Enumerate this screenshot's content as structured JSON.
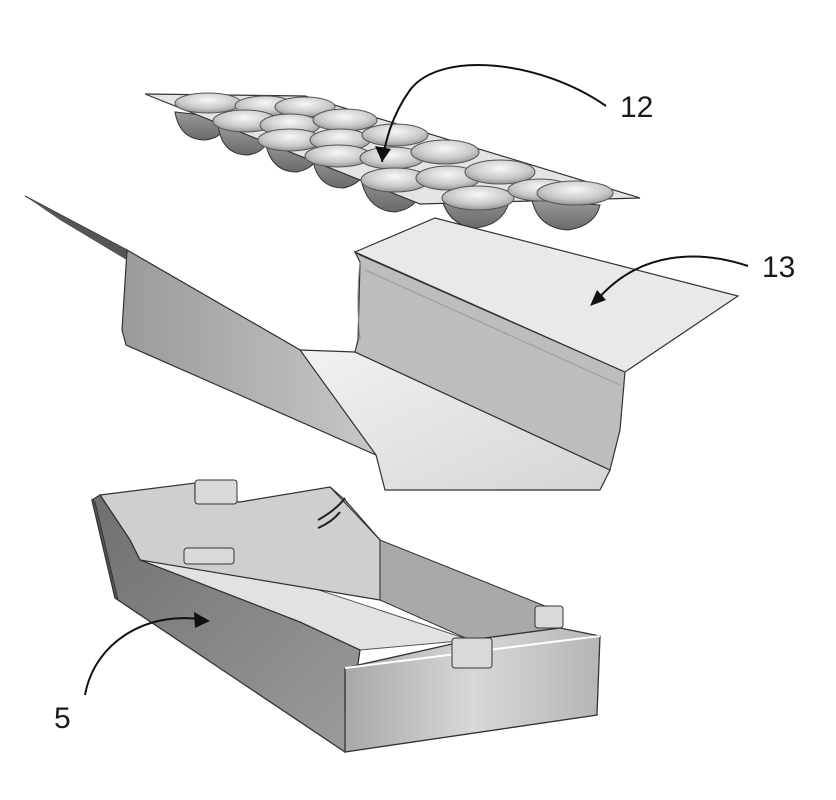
{
  "figure": {
    "reference_labels": {
      "tray_insert": "12",
      "liner_sheet": "13",
      "carton_box": "5"
    }
  }
}
